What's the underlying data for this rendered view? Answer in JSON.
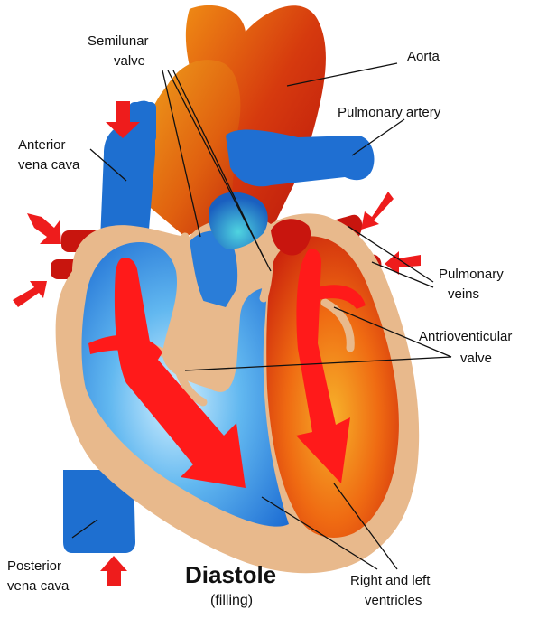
{
  "labels": {
    "semilunar_valve": [
      "Semilunar",
      "valve"
    ],
    "aorta": "Aorta",
    "pulmonary_artery": "Pulmonary artery",
    "anterior_vena_cava": [
      "Anterior",
      "vena cava"
    ],
    "pulmonary_veins": [
      "Pulmonary",
      "veins"
    ],
    "atrioventricular_valve": [
      "Antrioventicular",
      "valve"
    ],
    "posterior_vena_cava": [
      "Posterior",
      "vena cava"
    ],
    "ventricles": [
      "Right and left",
      "ventricles"
    ]
  },
  "title": "Diastole",
  "subtitle": "(filling)",
  "colors": {
    "deoxygenated": "#1e6fd0",
    "oxygenated": "#cc1a10",
    "wall": "#e8b98c",
    "arrow": "#ff1a1a"
  }
}
